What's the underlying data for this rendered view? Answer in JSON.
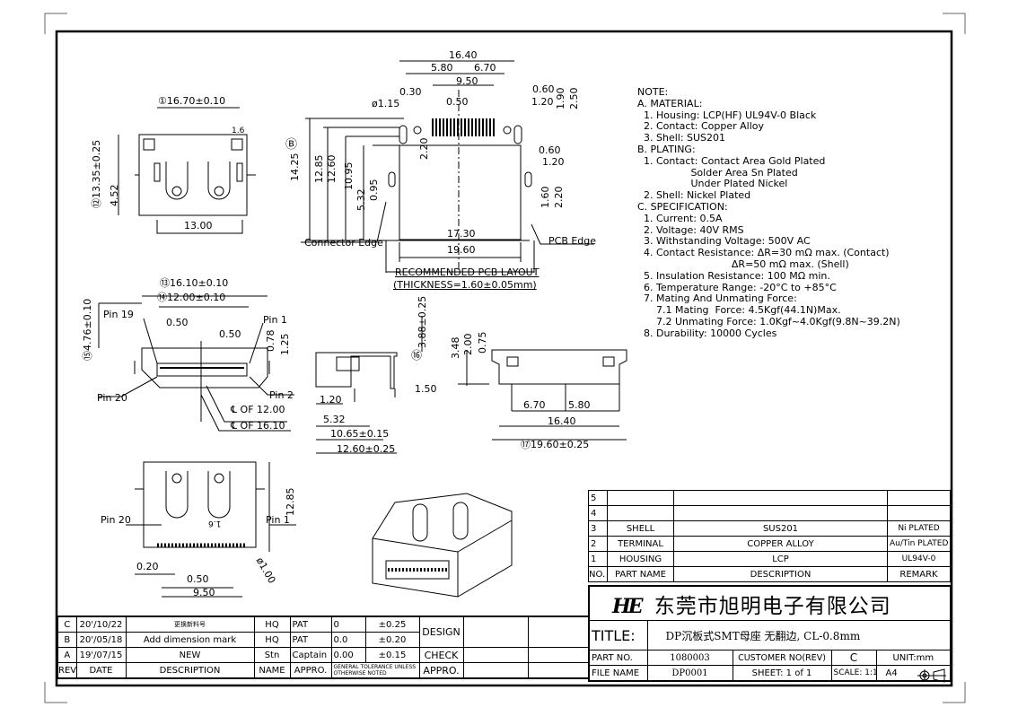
{
  "views": {
    "top": {
      "width": "①16.70±0.10",
      "mark": "1.6",
      "height": "⑫13.35±0.25",
      "h2": "4.52",
      "pitch": "13.00"
    },
    "pcb": {
      "d1": "16.40",
      "d2": "5.80",
      "d3": "6.70",
      "d4": "9.50",
      "d5": "0.30",
      "d6": "0.50",
      "hole": "ø1.15",
      "d7": "0.60",
      "d8": "1.20",
      "d9": "1.90",
      "d10": "2.50",
      "d11": "2.20",
      "ref": "Ⓑ",
      "h1": "14.25",
      "h2": "12.85",
      "h3": "12.60",
      "h4": "10.95",
      "h5": "5.32",
      "h6": "0.95",
      "d12": "0.60",
      "d13": "1.20",
      "d14": "1.60",
      "d15": "2.20",
      "w1": "17.30",
      "w2": "19.60",
      "edge_connector": "Connector Edge",
      "edge_pcb": "PCB Edge",
      "title": "RECOMMENDED PCB LAYOUT",
      "thickness": "(THICKNESS=1.60±0.05mm)"
    },
    "front": {
      "w1": "⑬16.10±0.10",
      "w2": "⑭12.00±0.10",
      "pin19": "Pin 19",
      "pin1": "Pin 1",
      "p1": "0.50",
      "p2": "0.50",
      "h1": "0.78",
      "h2": "1.25",
      "height": "⑮4.76±0.10",
      "pin20": "Pin 20",
      "pin2": "Pin 2",
      "cl1": "℄ OF 12.00",
      "cl2": "℄ OF 16.10"
    },
    "side": {
      "h": "3.88±0.25",
      "ref": "⑯",
      "d1": "1.20",
      "d2": "1.50",
      "d3": "5.32",
      "d4": "10.65±0.15",
      "d5": "12.60±0.25"
    },
    "rear": {
      "h1": "3.48",
      "h2": "2.00",
      "h3": "0.75",
      "w1": "6.70",
      "w2": "5.80",
      "w3": "16.40",
      "w4": "⑰19.60±0.25"
    },
    "bottom": {
      "h": "12.85",
      "pin20": "Pin 20",
      "pin1": "Pin 1",
      "mark": "1.6",
      "d1": "0.20",
      "d2": "0.50",
      "d3": "9.50",
      "hole": "ø1.00"
    }
  },
  "notes": [
    "NOTE:",
    "A. MATERIAL:",
    "  1. Housing: LCP(HF) UL94V-0 Black",
    "  2. Contact: Copper Alloy",
    "  3. Shell: SUS201",
    "B. PLATING:",
    "  1. Contact: Contact Area Gold Plated",
    "                 Solder Area Sn Plated",
    "                 Under Plated Nickel",
    "  2. Shell: Nickel Plated",
    "C. SPECIFICATION:",
    "  1. Current: 0.5A",
    "  2. Voltage: 40V RMS",
    "  3. Withstanding Voltage: 500V AC",
    "  4. Contact Resistance: ΔR=30 mΩ max. (Contact)",
    "                              ΔR=50 mΩ max. (Shell)",
    "  5. Insulation Resistance: 100 MΩ min.",
    "  6. Temperature Range: -20°C to +85°C",
    "  7. Mating And Unmating Force:",
    "      7.1 Mating  Force: 4.5Kgf(44.1N)Max.",
    "      7.2 Unmating Force: 1.0Kgf~4.0Kgf(9.8N~39.2N)",
    "  8. Durability: 10000 Cycles"
  ],
  "bom": {
    "rows": [
      {
        "no": "5",
        "part": "",
        "desc": "",
        "remark": ""
      },
      {
        "no": "4",
        "part": "",
        "desc": "",
        "remark": ""
      },
      {
        "no": "3",
        "part": "SHELL",
        "desc": "SUS201",
        "remark": "Ni PLATED"
      },
      {
        "no": "2",
        "part": "TERMINAL",
        "desc": "COPPER ALLOY",
        "remark": "Au/Tin PLATED"
      },
      {
        "no": "1",
        "part": "HOUSING",
        "desc": "LCP",
        "remark": "UL94V-0"
      }
    ],
    "header": {
      "no": "NO.",
      "part": "PART NAME",
      "desc": "DESCRIPTION",
      "remark": "REMARK"
    }
  },
  "title_block": {
    "logo": "HE",
    "company": "东莞市旭明电子有限公司",
    "title_label": "TITLE:",
    "title": "DP沉板式SMT母座 无翻边, CL-0.8mm",
    "part_no_label": "PART NO.",
    "part_no": "1080003",
    "customer_label": "CUSTOMER NO(REV)",
    "customer_rev": "C",
    "unit": "UNIT:mm",
    "file_label": "FILE NAME",
    "file": "DP0001",
    "sheet": "SHEET: 1 of 1",
    "scale": "SCALE: 1:1",
    "paper": "A4"
  },
  "revisions": {
    "rows": [
      {
        "rev": "C",
        "date": "20'/10/22",
        "desc": "更换新料号",
        "name": "HQ",
        "appro": "PAT",
        "tol_a": "0",
        "tol_b": "±0.25"
      },
      {
        "rev": "B",
        "date": "20'/05/18",
        "desc": "Add dimension mark",
        "name": "HQ",
        "appro": "PAT",
        "tol_a": "0.0",
        "tol_b": "±0.20"
      },
      {
        "rev": "A",
        "date": "19'/07/15",
        "desc": "NEW",
        "name": "Stn",
        "appro": "Captain",
        "tol_a": "0.00",
        "tol_b": "±0.15"
      }
    ],
    "header": {
      "rev": "REV",
      "date": "DATE",
      "desc": "DESCRIPTION",
      "name": "NAME",
      "appro": "APPRO.",
      "tol": "GENERAL TOLERANCE UNLESS OTHERWISE NOTED"
    },
    "sign": {
      "design": "DESIGN",
      "check": "CHECK",
      "appro": "APPRO."
    }
  }
}
